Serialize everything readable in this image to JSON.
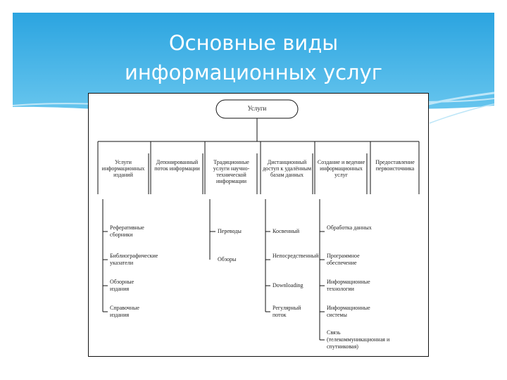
{
  "slide": {
    "title_line1": "Основные виды",
    "title_line2": "информационных услуг",
    "colors": {
      "sky_top": "#2aa3df",
      "sky_bottom": "#6cc8f0",
      "title_text": "#ffffff"
    }
  },
  "diagram": {
    "root": "Услуги",
    "categories": [
      {
        "label": "Услуги информационных изданий",
        "children": [
          "Реферативные сборники",
          "Библиографические указатели",
          "Обзорные издания",
          "Справочные издания"
        ]
      },
      {
        "label": "Депонированный поток информации",
        "children": []
      },
      {
        "label": "Традиционные услуги научно-технической информации",
        "children": [
          "Переводы",
          "Обзоры"
        ]
      },
      {
        "label": "Дистанционный доступ к удалённым базам данных",
        "children": [
          "Косвенный",
          "Непосредственный",
          "Downloading",
          "Регулярный поток"
        ]
      },
      {
        "label": "Создание и ведение информационных услуг",
        "children": [
          "Обработка данных",
          "Программное обеспечение",
          "Информационные технологии",
          "Информационные системы",
          "Связь (телекоммуникационная и спутниковая)"
        ]
      },
      {
        "label": "Предоставление первоисточника",
        "children": []
      }
    ]
  }
}
